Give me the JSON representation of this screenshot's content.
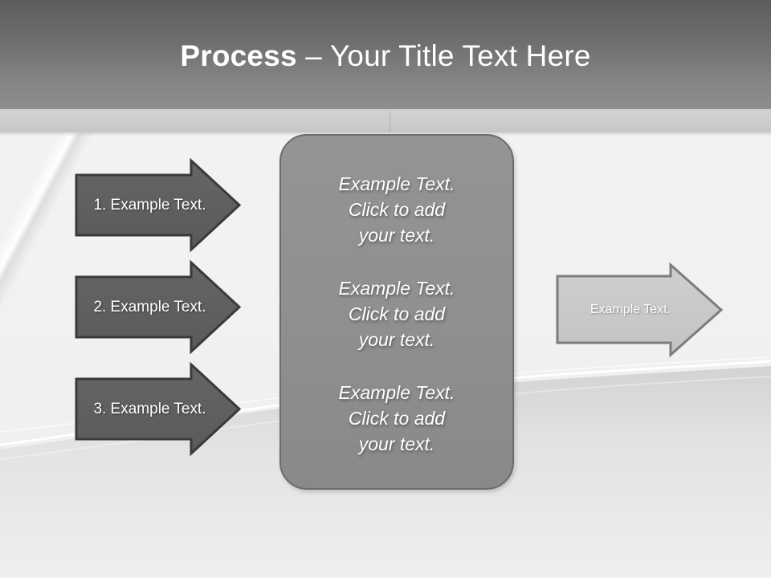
{
  "slide": {
    "title": {
      "strong": "Process",
      "separator": " – ",
      "light": "Your Title Text Here"
    }
  },
  "steps": [
    {
      "label": "1. Example Text.",
      "icon": "right-arrow-icon"
    },
    {
      "label": "2. Example Text.",
      "icon": "right-arrow-icon"
    },
    {
      "label": "3. Example Text.",
      "icon": "right-arrow-icon"
    }
  ],
  "center_panel": {
    "blocks": [
      {
        "line1": "Example Text.",
        "line2": "Click  to add",
        "line3": "your text."
      },
      {
        "line1": "Example Text.",
        "line2": "Click  to add",
        "line3": "your text."
      },
      {
        "line1": "Example Text.",
        "line2": "Click  to add",
        "line3": "your text."
      }
    ]
  },
  "output": {
    "label": "Example Text.",
    "icon": "right-arrow-icon"
  },
  "colors": {
    "header_top": "#5d5d5d",
    "header_bottom": "#8e8e8e",
    "band": "#cdcdcd",
    "arrow_fill": "#5f5f5f",
    "arrow_stroke": "#3a3a3a",
    "panel_fill": "#909090",
    "panel_stroke": "#6c6c6c",
    "output_fill": "#c9c9c9",
    "output_stroke": "#787878",
    "background": "#f2f2f2",
    "text_light": "#ffffff"
  }
}
